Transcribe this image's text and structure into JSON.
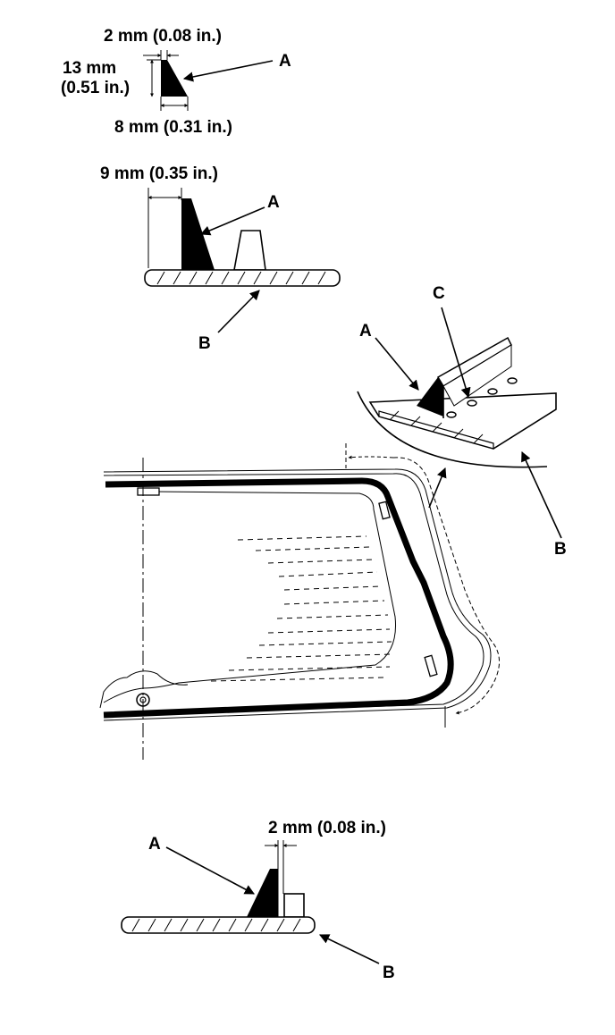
{
  "detail1": {
    "top_dim": "2 mm (0.08 in.)",
    "height_dim_line1": "13 mm",
    "height_dim_line2": "(0.51 in.)",
    "bottom_dim": "8 mm (0.31 in.)",
    "callout": "A"
  },
  "detail2": {
    "dim": "9 mm (0.35 in.)",
    "callout_a": "A",
    "callout_b": "B"
  },
  "detail3": {
    "callout_a": "A",
    "callout_b": "B",
    "callout_c": "C"
  },
  "detail4": {
    "dim": "2 mm (0.08 in.)",
    "callout_a": "A",
    "callout_b": "B"
  }
}
